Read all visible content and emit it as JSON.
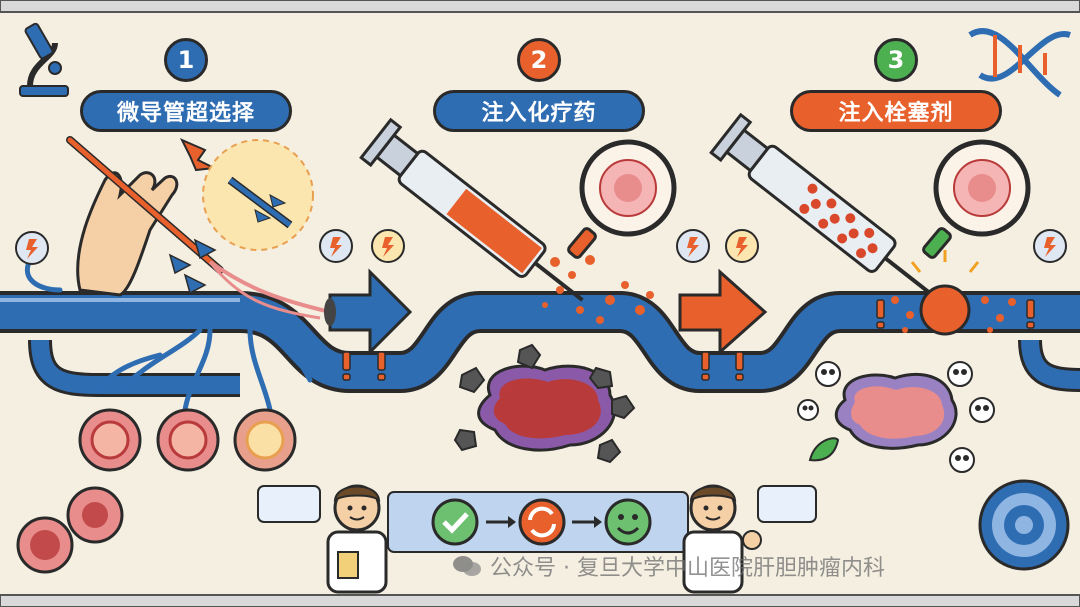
{
  "steps": [
    {
      "number": "1",
      "label": "微导管超选择",
      "color": "#2f6db3"
    },
    {
      "number": "2",
      "label": "注入化疗药",
      "color": "#e8602c"
    },
    {
      "number": "3",
      "label": "注入栓塞剂",
      "color": "#e8602c",
      "number_color": "#4caf50"
    }
  ],
  "watermark": {
    "text": "公众号 · 复旦大学中山医院肝胆肿瘤内科"
  },
  "colors": {
    "background": "#f4efe1",
    "vessel_blue": "#2f6db3",
    "accent_orange": "#e8602c",
    "tumor_red": "#b83a3a",
    "check_green": "#4caf50"
  },
  "icons": [
    "microscope-icon",
    "dna-icon",
    "lightning-icon",
    "alert-icon",
    "skull-icon",
    "target-icon",
    "check-icon",
    "refresh-icon",
    "smile-icon",
    "leaf-icon"
  ]
}
